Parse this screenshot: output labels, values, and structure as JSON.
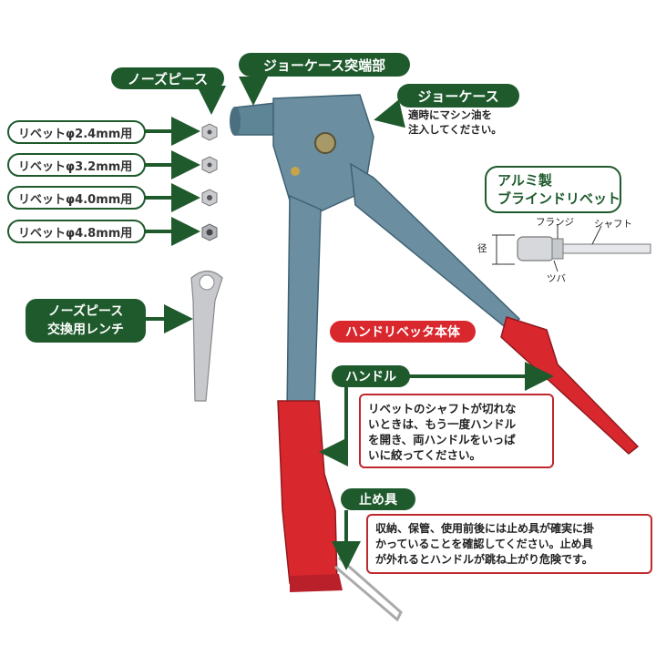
{
  "labels": {
    "nose_piece": "ノーズピース",
    "jaw_case_tip": "ジョーケース突端部",
    "jaw_case": "ジョーケース",
    "jaw_case_note_line1": "適時にマシン油を",
    "jaw_case_note_line2": "注入してください。",
    "wrench_line1": "ノーズピース",
    "wrench_line2": "交換用レンチ",
    "body": "ハンドリベッタ本体",
    "handle": "ハンドル",
    "stopper": "止め具"
  },
  "rivet_sizes": [
    "リベットφ2.4mm用",
    "リベットφ3.2mm用",
    "リベットφ4.0mm用",
    "リベットφ4.8mm用"
  ],
  "blind_rivet": {
    "title_line1": "アルミ製",
    "title_line2": "ブラインドリベット",
    "flange": "フランジ",
    "shaft": "シャフト",
    "diameter": "径",
    "collar": "ツバ"
  },
  "notes": {
    "handle_note": [
      "リベットのシャフトが切れな",
      "いときは、もう一度ハンドル",
      "を開き、両ハンドルをいっぱ",
      "いに絞ってください。"
    ],
    "stopper_note": [
      "収納、保管、使用前後には止め具が確実に掛",
      "かっていることを確認してください。止め具",
      "が外れるとハンドルが跳ね上がり危険です。"
    ]
  },
  "colors": {
    "label_green": "#1f5a2d",
    "body_blue": "#6b8fa0",
    "handle_red": "#d9272e",
    "note_border": "#c0282d"
  }
}
